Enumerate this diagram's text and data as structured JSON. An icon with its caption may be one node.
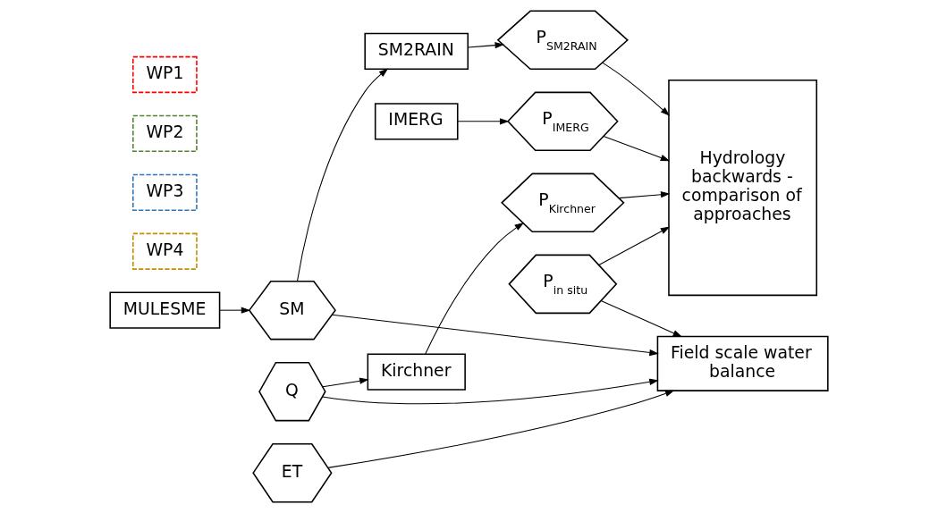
{
  "diagram": {
    "nodes": [
      {
        "text": [
          "MULESME"
        ]
      },
      {
        "text": [
          "SM"
        ]
      },
      {
        "text": [
          "Q"
        ]
      },
      {
        "text": [
          "SM2RAIN"
        ]
      },
      {
        "text": [
          "Kirchner"
        ]
      },
      {
        "text": [
          "IMERG"
        ]
      },
      {
        "text": [
          "P$_{SM2RAIN}$"
        ]
      },
      {
        "text": [
          "P$_{Kirchner}$"
        ]
      },
      {
        "text": [
          "P$_{IMERG}$"
        ]
      },
      {
        "text": [
          "Hydrology backwards - comparison of approaches"
        ]
      },
      {
        "text": [
          "Field scale water balance"
        ]
      },
      {
        "text": [
          "P$_{in situ}$"
        ]
      },
      {
        "text": [
          "ET"
        ]
      },
      {
        "text": [
          "WP1"
        ]
      },
      {
        "text": [
          "WP2"
        ]
      },
      {
        "text": [
          "WP3"
        ]
      },
      {
        "text": [
          "WP4"
        ]
      }
    ],
    "edges": [
      {
        "from": 0,
        "to": 1,
        "arrow": "to"
      },
      {
        "from": 1,
        "to": 3,
        "arrow": "to"
      },
      {
        "from": 3,
        "to": 6,
        "arrow": "to"
      },
      {
        "from": 6,
        "to": 9,
        "arrow": "to"
      },
      {
        "from": 2,
        "to": 4,
        "arrow": "to"
      },
      {
        "from": 4,
        "to": 7,
        "arrow": "to"
      },
      {
        "from": 7,
        "to": 9,
        "arrow": "to"
      },
      {
        "from": 5,
        "to": 8,
        "arrow": "to"
      },
      {
        "from": 8,
        "to": 9,
        "arrow": "to"
      },
      {
        "from": 1,
        "to": 10,
        "arrow": "to"
      },
      {
        "from": 2,
        "to": 10,
        "arrow": "to"
      },
      {
        "from": 11,
        "to": 10,
        "arrow": "to"
      },
      {
        "from": 11,
        "to": 9,
        "arrow": "to"
      },
      {
        "from": 12,
        "to": 10,
        "arrow": "to"
      }
    ]
  }
}
